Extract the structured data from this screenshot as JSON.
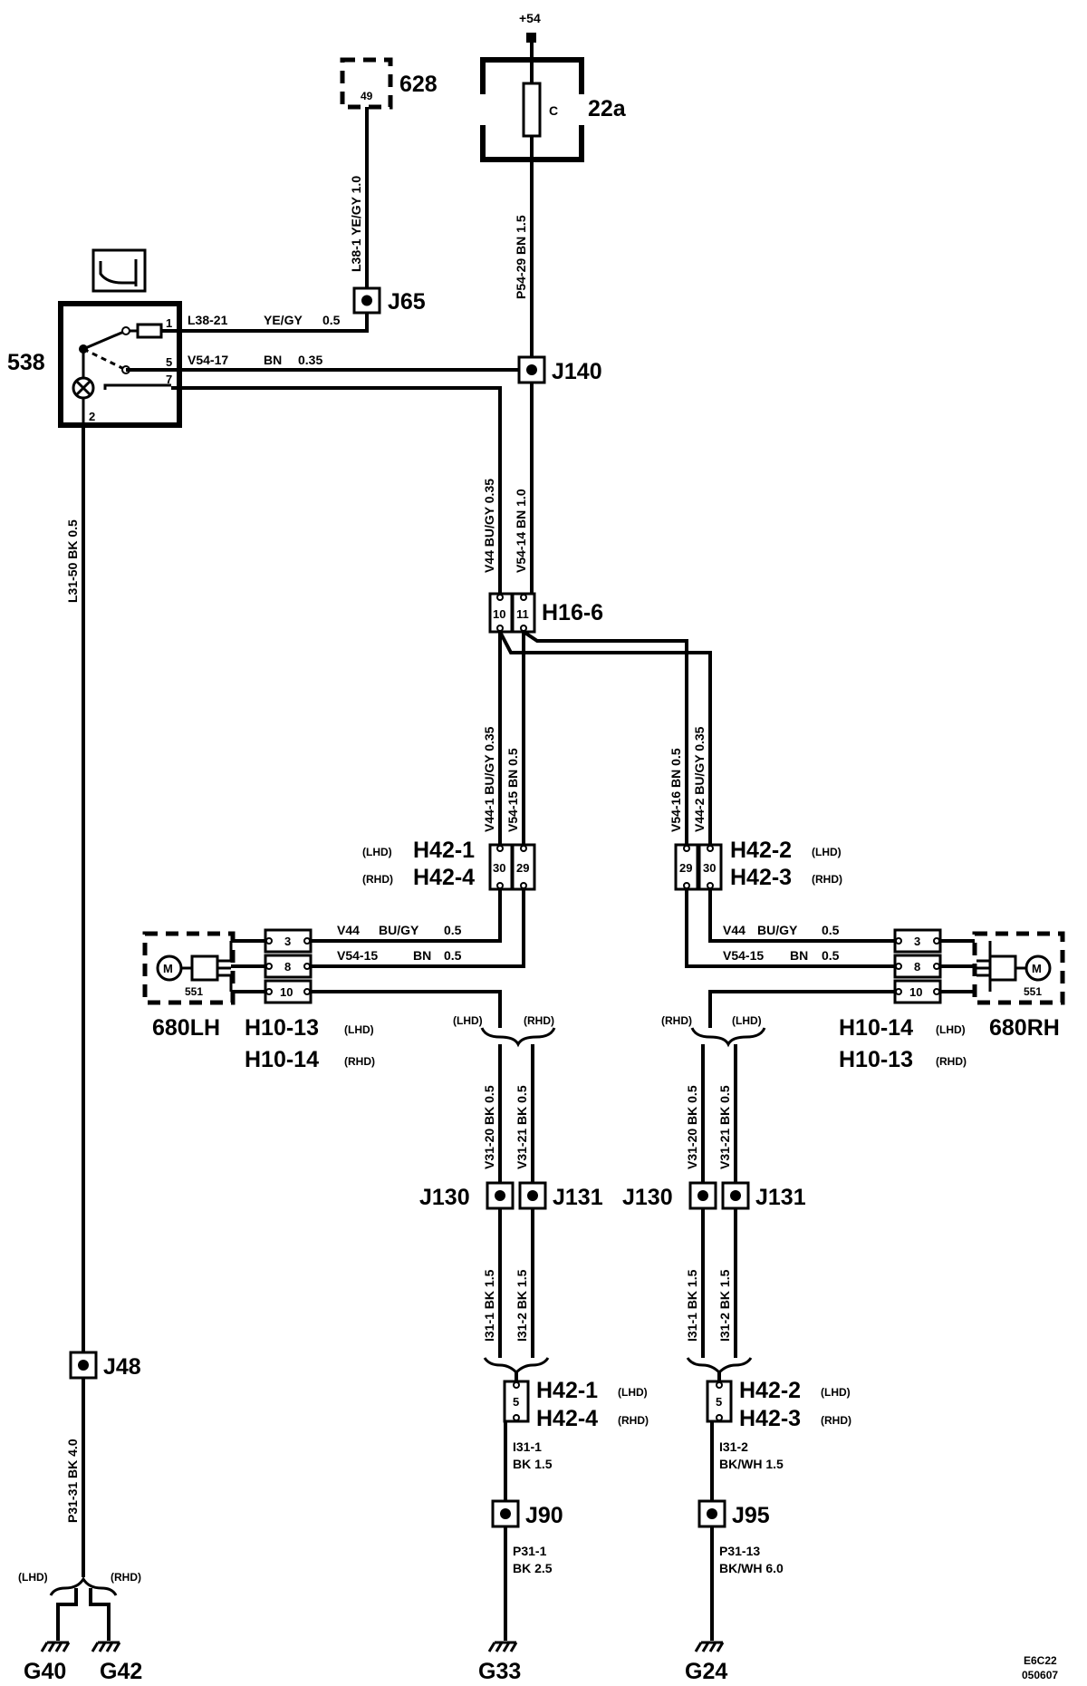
{
  "supply": "+54",
  "fuse": {
    "id": "22a",
    "letter": "C"
  },
  "components": {
    "c628": {
      "id": "628",
      "pin": "49"
    },
    "c538": {
      "id": "538",
      "pins": [
        "1",
        "5",
        "7",
        "2"
      ]
    },
    "motor_lh": {
      "id": "680LH",
      "sub": "551",
      "symbol": "M"
    },
    "motor_rh": {
      "id": "680RH",
      "sub": "551",
      "symbol": "M"
    }
  },
  "junctions": {
    "J65": "J65",
    "J140": "J140",
    "J48": "J48",
    "J130_left": "J130",
    "J131_left": "J131",
    "J130_right": "J130",
    "J131_right": "J131",
    "J90": "J90",
    "J95": "J95"
  },
  "connectors": {
    "h16_6": {
      "id": "H16-6",
      "pins": [
        "10",
        "11"
      ]
    },
    "h42_left": {
      "lhd": "H42-1",
      "rhd": "H42-4",
      "pins": [
        "30",
        "29"
      ]
    },
    "h42_right": {
      "lhd": "H42-2",
      "rhd": "H42-3",
      "pins": [
        "29",
        "30"
      ]
    },
    "h10_left": {
      "lhd": "H10-13",
      "rhd": "H10-14",
      "pins": [
        "3",
        "8",
        "10"
      ]
    },
    "h10_right": {
      "lhd": "H10-14",
      "rhd": "H10-13",
      "pins": [
        "3",
        "8",
        "10"
      ]
    },
    "h42_lower_left": {
      "lhd": "H42-1",
      "rhd": "H42-4",
      "pin": "5"
    },
    "h42_lower_right": {
      "lhd": "H42-2",
      "rhd": "H42-3",
      "pin": "5"
    }
  },
  "variant": {
    "lhd": "(LHD)",
    "rhd": "(RHD)"
  },
  "grounds": {
    "g40": "G40",
    "g42": "G42",
    "g33": "G33",
    "g24": "G24"
  },
  "wires": {
    "p54_29": "P54-29   BN   1.5",
    "l38_1": "L38-1   YE/GY   1.0",
    "l38_21": {
      "id": "L38-21",
      "color": "YE/GY",
      "size": "0.5"
    },
    "v54_17": {
      "id": "V54-17",
      "color": "BN",
      "size": "0.35"
    },
    "v44_up": "V44   BU/GY   0.35",
    "v54_14": "V54-14   BN   1.0",
    "l31_50": "L31-50   BK   0.5",
    "v44_1": "V44-1   BU/GY   0.35",
    "v54_15_up": "V54-15   BN   0.5",
    "v54_16": "V54-16   BN   0.5",
    "v44_2": "V44-2   BU/GY   0.35",
    "v44_lh": {
      "id": "V44",
      "color": "BU/GY",
      "size": "0.5"
    },
    "v54_15_lh": {
      "id": "V54-15",
      "color": "BN",
      "size": "0.5"
    },
    "v44_rh": {
      "id": "V44",
      "color": "BU/GY",
      "size": "0.5"
    },
    "v54_15_rh": {
      "id": "V54-15",
      "color": "BN",
      "size": "0.5"
    },
    "v31_20": "V31-20   BK   0.5",
    "v31_21": "V31-21   BK   0.5",
    "i31_1": "I31-1   BK   1.5",
    "i31_2": "I31-2   BK   1.5",
    "i31_1_low": {
      "id": "I31-1",
      "spec": "BK  1.5"
    },
    "i31_2_low": {
      "id": "I31-2",
      "spec": "BK/WH    1.5"
    },
    "p31_1": {
      "id": "P31-1",
      "spec": "BK  2.5"
    },
    "p31_13": {
      "id": "P31-13",
      "spec": "BK/WH   6.0"
    },
    "p31_31": "P31-31   BK   4.0"
  },
  "footer": {
    "line1": "E6C22",
    "line2": "050607"
  }
}
